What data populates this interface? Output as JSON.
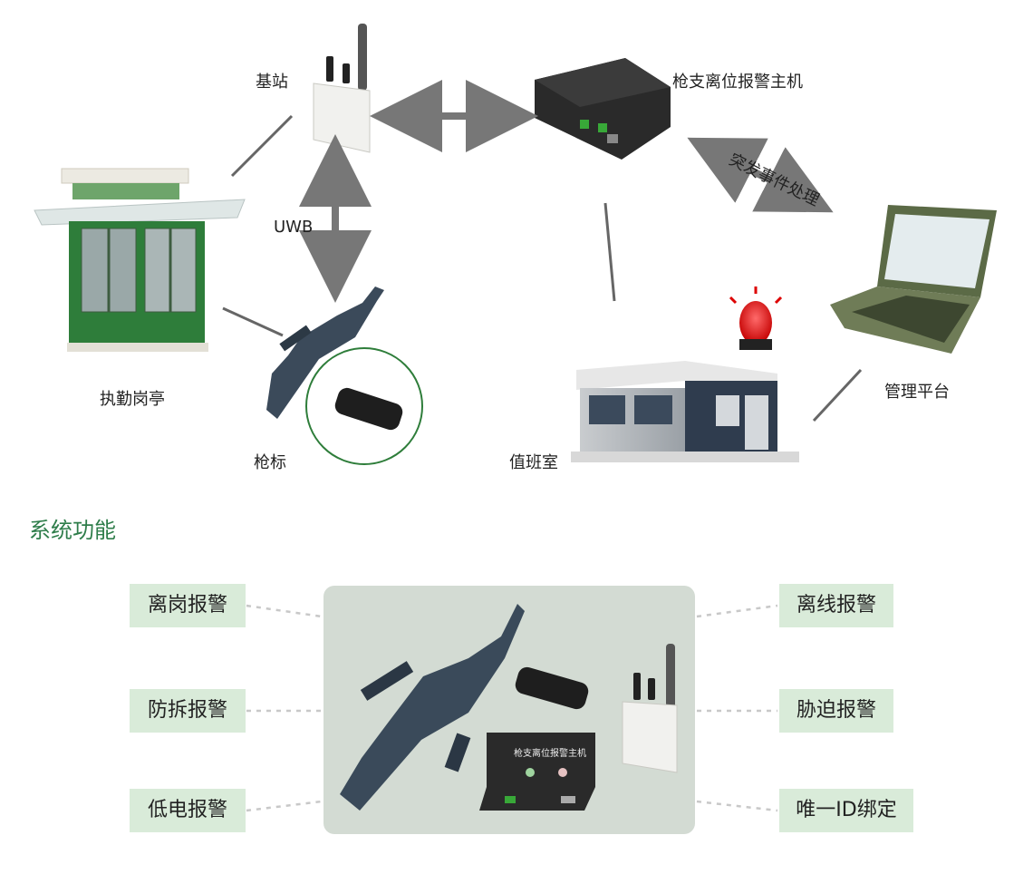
{
  "diagram": {
    "nodes": {
      "base_station": "基站",
      "alarm_host": "枪支离位报警主机",
      "sentry_box": "执勤岗亭",
      "gun_tag": "枪标",
      "duty_room": "值班室",
      "management_platform": "管理平台"
    },
    "edges": {
      "uwb": "UWB",
      "emergency_handling": "突发事件处理"
    },
    "host_panel_label": "枪支离位报警主机"
  },
  "functions": {
    "title": "系统功能",
    "left": [
      "离岗报警",
      "防拆报警",
      "低电报警"
    ],
    "right": [
      "离线报警",
      "胁迫报警",
      "唯一ID绑定"
    ]
  },
  "colors": {
    "accent": "#2e7d4a",
    "function_box": "#d9ebd9",
    "panel": "#d3dbd3",
    "arrow": "#777777"
  }
}
